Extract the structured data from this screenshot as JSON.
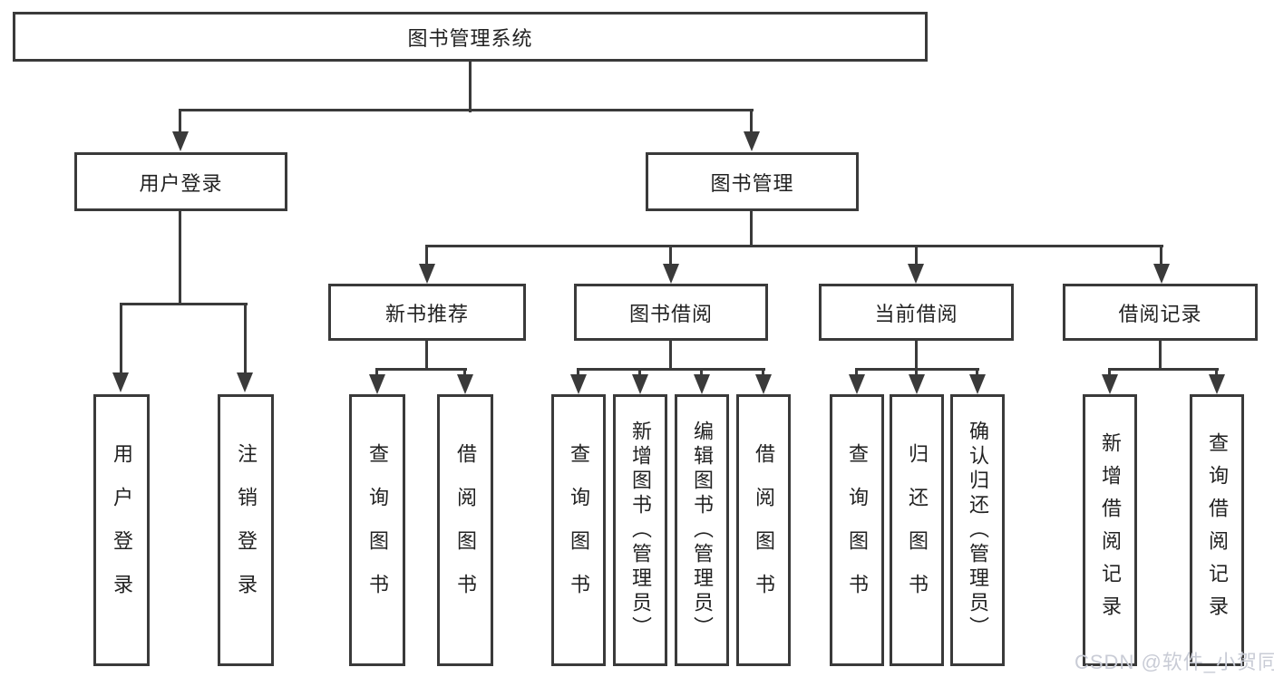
{
  "diagram": {
    "root": {
      "id": "root",
      "label": "图书管理系统"
    },
    "level2": [
      {
        "id": "user-login",
        "label": "用户登录"
      },
      {
        "id": "book-mgmt",
        "label": "图书管理"
      }
    ],
    "level3": [
      {
        "id": "new-book-rec",
        "parent": "book-mgmt",
        "label": "新书推荐"
      },
      {
        "id": "book-borrow",
        "parent": "book-mgmt",
        "label": "图书借阅"
      },
      {
        "id": "current-borrow",
        "parent": "book-mgmt",
        "label": "当前借阅"
      },
      {
        "id": "borrow-records",
        "parent": "book-mgmt",
        "label": "借阅记录"
      }
    ],
    "leaves": [
      {
        "parent": "user-login",
        "label": "用户登录"
      },
      {
        "parent": "user-login",
        "label": "注销登录"
      },
      {
        "parent": "new-book-rec",
        "label": "查询图书"
      },
      {
        "parent": "new-book-rec",
        "label": "借阅图书"
      },
      {
        "parent": "book-borrow",
        "label": "查询图书"
      },
      {
        "parent": "book-borrow",
        "label": "新增图书（管理员）"
      },
      {
        "parent": "book-borrow",
        "label": "编辑图书（管理员）"
      },
      {
        "parent": "book-borrow",
        "label": "借阅图书"
      },
      {
        "parent": "current-borrow",
        "label": "查询图书"
      },
      {
        "parent": "current-borrow",
        "label": "归还图书"
      },
      {
        "parent": "current-borrow",
        "label": "确认归还（管理员）"
      },
      {
        "parent": "borrow-records",
        "label": "新增借阅记录"
      },
      {
        "parent": "borrow-records",
        "label": "查询借阅记录"
      }
    ]
  },
  "watermark": {
    "text": "CSDN @软件_小贺同学"
  },
  "colors": {
    "line": "#3a3a3a",
    "border": "#3a3a3a",
    "text": "#222222",
    "watermark": "#c9ccd6",
    "background": "#ffffff"
  }
}
